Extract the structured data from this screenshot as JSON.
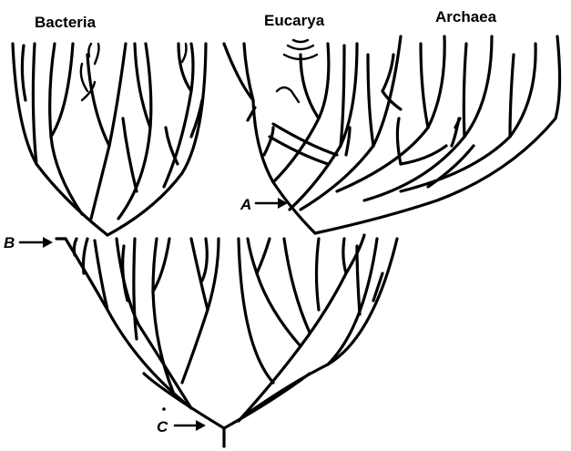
{
  "domains": {
    "bacteria": "Bacteria",
    "eucarya": "Eucarya",
    "archaea": "Archaea"
  },
  "markers": {
    "a": "A",
    "b": "B",
    "c": "C"
  },
  "colors": {
    "ink": "#000000",
    "background": "#ffffff"
  }
}
